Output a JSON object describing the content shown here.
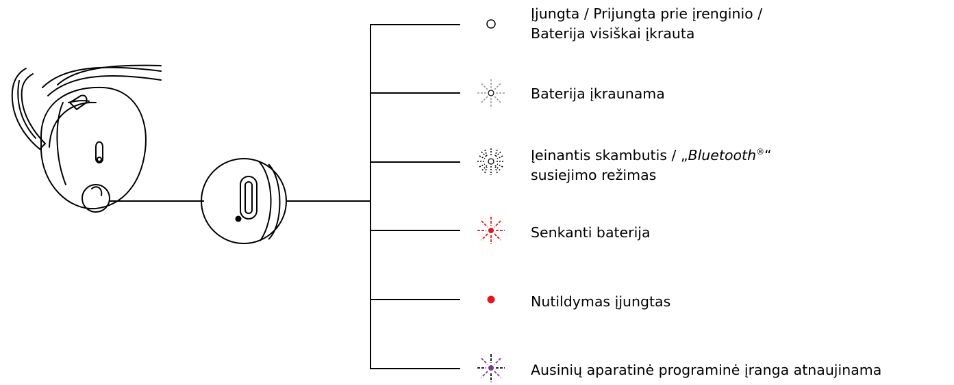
{
  "legend": [
    {
      "icon": "steady-white-light-icon",
      "lines": [
        "Įjungta / Prijungta prie įrenginio /",
        "Baterija visiškai įkrauta"
      ],
      "color": "#ffffff"
    },
    {
      "icon": "pulsing-white-light-icon",
      "lines": [
        "Baterija įkraunama"
      ],
      "color": "#9a9a9a"
    },
    {
      "icon": "fast-blinking-white-light-icon",
      "lines": [
        "Įeinantis skambutis / „Bluetooth®“",
        "susiejimo režimas"
      ],
      "color": "#000000"
    },
    {
      "icon": "blinking-red-light-icon",
      "lines": [
        "Senkanti baterija"
      ],
      "color": "#e8141b"
    },
    {
      "icon": "steady-red-light-icon",
      "lines": [
        "Nutildymas įjungtas"
      ],
      "color": "#e8141b"
    },
    {
      "icon": "blinking-purple-light-icon",
      "lines": [
        "Ausinių aparatinė programinė įranga atnaujinama"
      ],
      "color": "#7a3a96"
    }
  ]
}
